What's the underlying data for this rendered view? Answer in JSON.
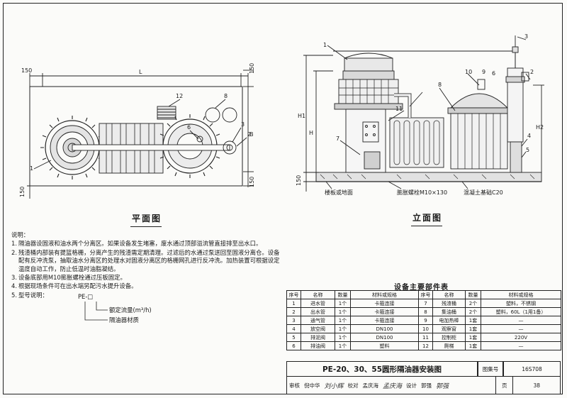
{
  "plan_view": {
    "title": "平面图",
    "dim_top": "150",
    "dim_length": "L",
    "dim_right_top": "150",
    "dim_width": "B",
    "dim_right_bottom": "150",
    "dim_bottom_left": "150",
    "callouts": [
      "1",
      "2",
      "3",
      "6",
      "8",
      "12"
    ]
  },
  "elevation_view": {
    "title": "立面图",
    "dim_h1": "H1",
    "dim_h": "H",
    "dim_h2": "H2",
    "dim_base": "150",
    "label_floor": "楼板或地面",
    "label_bolt": "膨胀螺栓M10×130",
    "label_concrete": "混凝土基础C20",
    "callouts": [
      "1",
      "3",
      "2",
      "4",
      "5",
      "6",
      "7",
      "8",
      "9",
      "10",
      "11"
    ]
  },
  "notes": {
    "title": "说明：",
    "items": [
      {
        "n": "1.",
        "text": "隔油器设固液和油水两个分离区。如果设备发生堵塞，废水通过顶部溢流管直接排至出水口。"
      },
      {
        "n": "2.",
        "text": "残渣桶内部装有提篮格栅，分离产生的残渣需定期清理。过滤后的水通过泵送回至固液分离仓。设备配有反冲洗泵，抽取油水分离区的处理水对固液分离区的格栅网孔进行反冲洗。加热装置可根据设定温度自动工作，防止低温时油脂凝结。"
      },
      {
        "n": "3.",
        "text": "设备底部用M10膨胀螺栓通过压板固定。"
      },
      {
        "n": "4.",
        "text": "根据现场条件可在出水端另配污水提升设备。"
      }
    ],
    "model_item": {
      "n": "5.",
      "text": "型号说明：",
      "code": "PE-□",
      "rate_label": "额定流量(m³/h)",
      "material_label": "隔油器材质"
    }
  },
  "parts_table": {
    "title": "设备主要部件表",
    "headers": [
      "序号",
      "名称",
      "数量",
      "材料或规格",
      "序号",
      "名称",
      "数量",
      "材料或规格"
    ],
    "rows": [
      [
        "1",
        "进水管",
        "1个",
        "卡箍连接",
        "7",
        "残渣桶",
        "2个",
        "塑料，不锈钢"
      ],
      [
        "2",
        "出水管",
        "1个",
        "卡箍连接",
        "8",
        "集油桶",
        "2个",
        "塑料，60L（1用1备）"
      ],
      [
        "3",
        "通气管",
        "1个",
        "卡箍连接",
        "9",
        "电加热棒",
        "1套",
        "—"
      ],
      [
        "4",
        "放空阀",
        "1个",
        "DN100",
        "10",
        "观察窗",
        "1套",
        "—"
      ],
      [
        "5",
        "排泥阀",
        "1个",
        "DN100",
        "11",
        "控制柜",
        "1套",
        "220V"
      ],
      [
        "6",
        "排油阀",
        "1个",
        "塑料",
        "12",
        "爬梯",
        "1套",
        "—"
      ]
    ]
  },
  "title_block": {
    "drawing_title": "PE-20、30、55圆形隔油器安装图",
    "atlas_label": "图集号",
    "atlas_no": "16S708",
    "page_label": "页",
    "page_no": "38",
    "sign": [
      {
        "role": "审核",
        "name": "倪中华",
        "signature": "刘小辉"
      },
      {
        "role": "校对",
        "name": "孟庆海",
        "signature": "孟庆海"
      },
      {
        "role": "设计",
        "name": "郭强",
        "signature": "郭强"
      }
    ]
  }
}
